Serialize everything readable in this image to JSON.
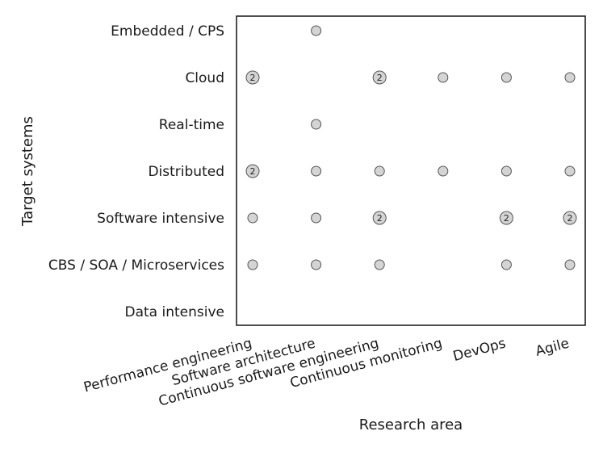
{
  "chart_data": {
    "type": "scatter",
    "title": "",
    "xlabel": "Research area",
    "ylabel": "Target systems",
    "x_categories": [
      "Performance engineering",
      "Software architecture",
      "Continuous software engineering",
      "Continuous monitoring",
      "DevOps",
      "Agile"
    ],
    "y_categories": [
      "Embedded / CPS",
      "Cloud",
      "Real-time",
      "Distributed",
      "Software intensive",
      "CBS / SOA / Microservices",
      "Data intensive"
    ],
    "points": [
      {
        "x": "Software architecture",
        "y": "Embedded / CPS",
        "count": 1
      },
      {
        "x": "Performance engineering",
        "y": "Cloud",
        "count": 2
      },
      {
        "x": "Continuous software engineering",
        "y": "Cloud",
        "count": 2
      },
      {
        "x": "Continuous monitoring",
        "y": "Cloud",
        "count": 1
      },
      {
        "x": "DevOps",
        "y": "Cloud",
        "count": 1
      },
      {
        "x": "Agile",
        "y": "Cloud",
        "count": 1
      },
      {
        "x": "Software architecture",
        "y": "Real-time",
        "count": 1
      },
      {
        "x": "Performance engineering",
        "y": "Distributed",
        "count": 2
      },
      {
        "x": "Software architecture",
        "y": "Distributed",
        "count": 1
      },
      {
        "x": "Continuous software engineering",
        "y": "Distributed",
        "count": 1
      },
      {
        "x": "Continuous monitoring",
        "y": "Distributed",
        "count": 1
      },
      {
        "x": "DevOps",
        "y": "Distributed",
        "count": 1
      },
      {
        "x": "Agile",
        "y": "Distributed",
        "count": 1
      },
      {
        "x": "Performance engineering",
        "y": "Software intensive",
        "count": 1
      },
      {
        "x": "Software architecture",
        "y": "Software intensive",
        "count": 1
      },
      {
        "x": "Continuous software engineering",
        "y": "Software intensive",
        "count": 2
      },
      {
        "x": "DevOps",
        "y": "Software intensive",
        "count": 2
      },
      {
        "x": "Agile",
        "y": "Software intensive",
        "count": 2
      },
      {
        "x": "Performance engineering",
        "y": "CBS / SOA / Microservices",
        "count": 1
      },
      {
        "x": "Software architecture",
        "y": "CBS / SOA / Microservices",
        "count": 1
      },
      {
        "x": "Continuous software engineering",
        "y": "CBS / SOA / Microservices",
        "count": 1
      },
      {
        "x": "DevOps",
        "y": "CBS / SOA / Microservices",
        "count": 1
      },
      {
        "x": "Agile",
        "y": "CBS / SOA / Microservices",
        "count": 1
      }
    ],
    "grid": false,
    "colors": {
      "marker_fill": "#d4d4d4",
      "marker_edge": "#555555"
    }
  }
}
